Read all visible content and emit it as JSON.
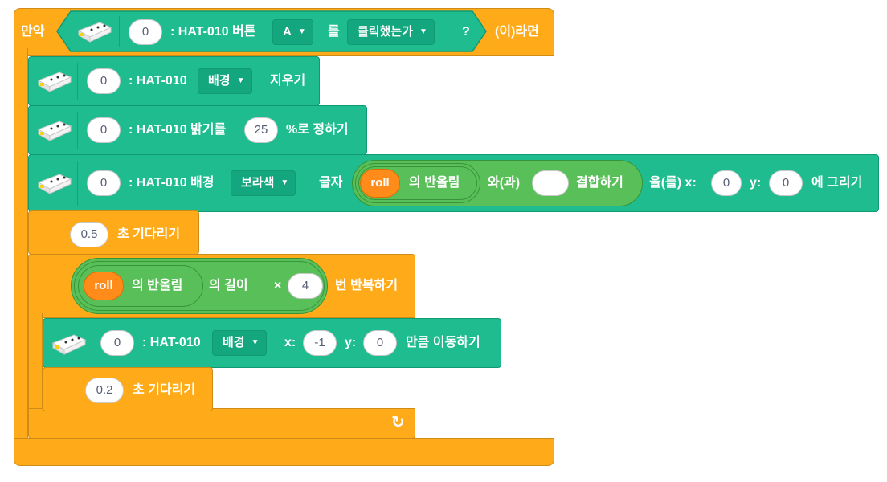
{
  "if_block": {
    "label_if": "만약",
    "label_then": "(이)라면",
    "port": "0",
    "device": ": HAT-010 버튼",
    "button_dropdown": "A",
    "label_reul": "를",
    "state_dropdown": "클릭했는가",
    "question": "?"
  },
  "clear_block": {
    "port": "0",
    "device": ": HAT-010",
    "dropdown": "배경",
    "action": "지우기"
  },
  "brightness_block": {
    "port": "0",
    "device": ": HAT-010 밝기를",
    "value": "25",
    "suffix": "%로 정하기"
  },
  "draw_block": {
    "port": "0",
    "device": ": HAT-010 배경",
    "color_dropdown": "보라색",
    "label_text": "글자",
    "reporter_var": "roll",
    "reporter_round": "의 반올림",
    "label_with": "와(과)",
    "join_empty": "",
    "label_join": "결합하기",
    "label_xy": "을(를) x:",
    "x": "0",
    "label_y": "y:",
    "y": "0",
    "label_draw": "에 그리기"
  },
  "wait1": {
    "value": "0.5",
    "label": "초 기다리기"
  },
  "repeat_block": {
    "reporter_var": "roll",
    "reporter_round": "의 반올림",
    "label_length": "의 길이",
    "times_symbol": "×",
    "value": "4",
    "label": "번 반복하기"
  },
  "move_block": {
    "port": "0",
    "device": ": HAT-010",
    "dropdown": "배경",
    "label_x": "x:",
    "x": "-1",
    "label_y": "y:",
    "y": "0",
    "label": "만큼 이동하기"
  },
  "wait2": {
    "value": "0.2",
    "label": "초 기다리기"
  },
  "loop_arrow": "↻",
  "colors": {
    "control": "#ffab19",
    "extension": "#1ebc8f",
    "operator": "#59c059",
    "variable": "#ff8c1a"
  },
  "icons": [
    "hat-device-icon",
    "dropdown-caret-icon",
    "loop-arrow-icon"
  ]
}
